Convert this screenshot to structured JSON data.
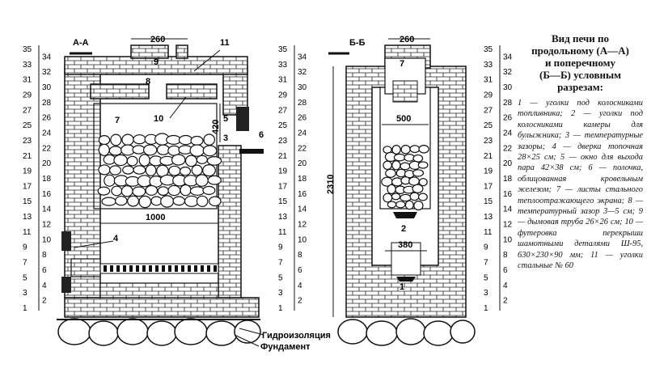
{
  "section_a": {
    "title": "А-А",
    "dim_top": "260",
    "dim_width": "1000",
    "dim_height": "420",
    "labels": [
      "11",
      "9",
      "8",
      "7",
      "10",
      "5",
      "3",
      "6",
      "4"
    ],
    "foundation_waterproof": "Гидроизоляция",
    "foundation": "Фундамент"
  },
  "section_b": {
    "title": "Б-Б",
    "dim_top": "260",
    "dim_inner": "500",
    "dim_bottom": "380",
    "dim_total": "2310",
    "labels": [
      "7",
      "2",
      "1"
    ]
  },
  "scales": {
    "left_a": [
      "35",
      "34",
      "33",
      "32",
      "31",
      "30",
      "29",
      "28",
      "27",
      "26",
      "25",
      "24",
      "23",
      "22",
      "21",
      "20",
      "19",
      "18",
      "17",
      "16",
      "15",
      "14",
      "13",
      "12",
      "11",
      "10",
      "9",
      "8",
      "7",
      "6",
      "5",
      "4",
      "3",
      "2",
      "1"
    ],
    "right_a": [
      "35",
      "34",
      "33",
      "32",
      "31",
      "30",
      "29",
      "28",
      "27",
      "26",
      "25",
      "24",
      "23",
      "22",
      "21",
      "20",
      "19",
      "18",
      "17",
      "16",
      "15",
      "14",
      "13",
      "12",
      "11",
      "10",
      "9",
      "8",
      "7",
      "6",
      "5",
      "4",
      "3",
      "2",
      "1"
    ],
    "right_b": [
      "35",
      "34",
      "33",
      "32",
      "31",
      "30",
      "29",
      "28",
      "27",
      "26",
      "25",
      "24",
      "23",
      "22",
      "21",
      "20",
      "19",
      "18",
      "17",
      "16",
      "15",
      "14",
      "13",
      "12",
      "11",
      "10",
      "9",
      "8",
      "7",
      "6",
      "5",
      "4",
      "3",
      "2",
      "1"
    ]
  },
  "caption": {
    "title_lines": [
      "Вид печи по",
      "продольному (А—А)",
      "и поперечному",
      "(Б—Б) условным",
      "разрезам:"
    ],
    "legend": [
      "1 — уголки под колосниками топливника;",
      "2 — уголки под колосниками камеры для булыжника;",
      "3 — температурные зазоры;",
      "4 — дверка топочная 28×25 см;",
      "5 — окно для выхода пара 42×38 см;",
      "6 — полочка, облицованная кровельным железом;",
      "7 — листы стального теплоотражающего экрана;",
      "8 — температурный зазор 3—5 см;",
      "9 — дымовая труба 26×26 см;",
      "10 — футеровка перекрыши шамотными деталями Ш-95, 630×230×90 мм;",
      "11 — уголки стальные № 60"
    ]
  }
}
